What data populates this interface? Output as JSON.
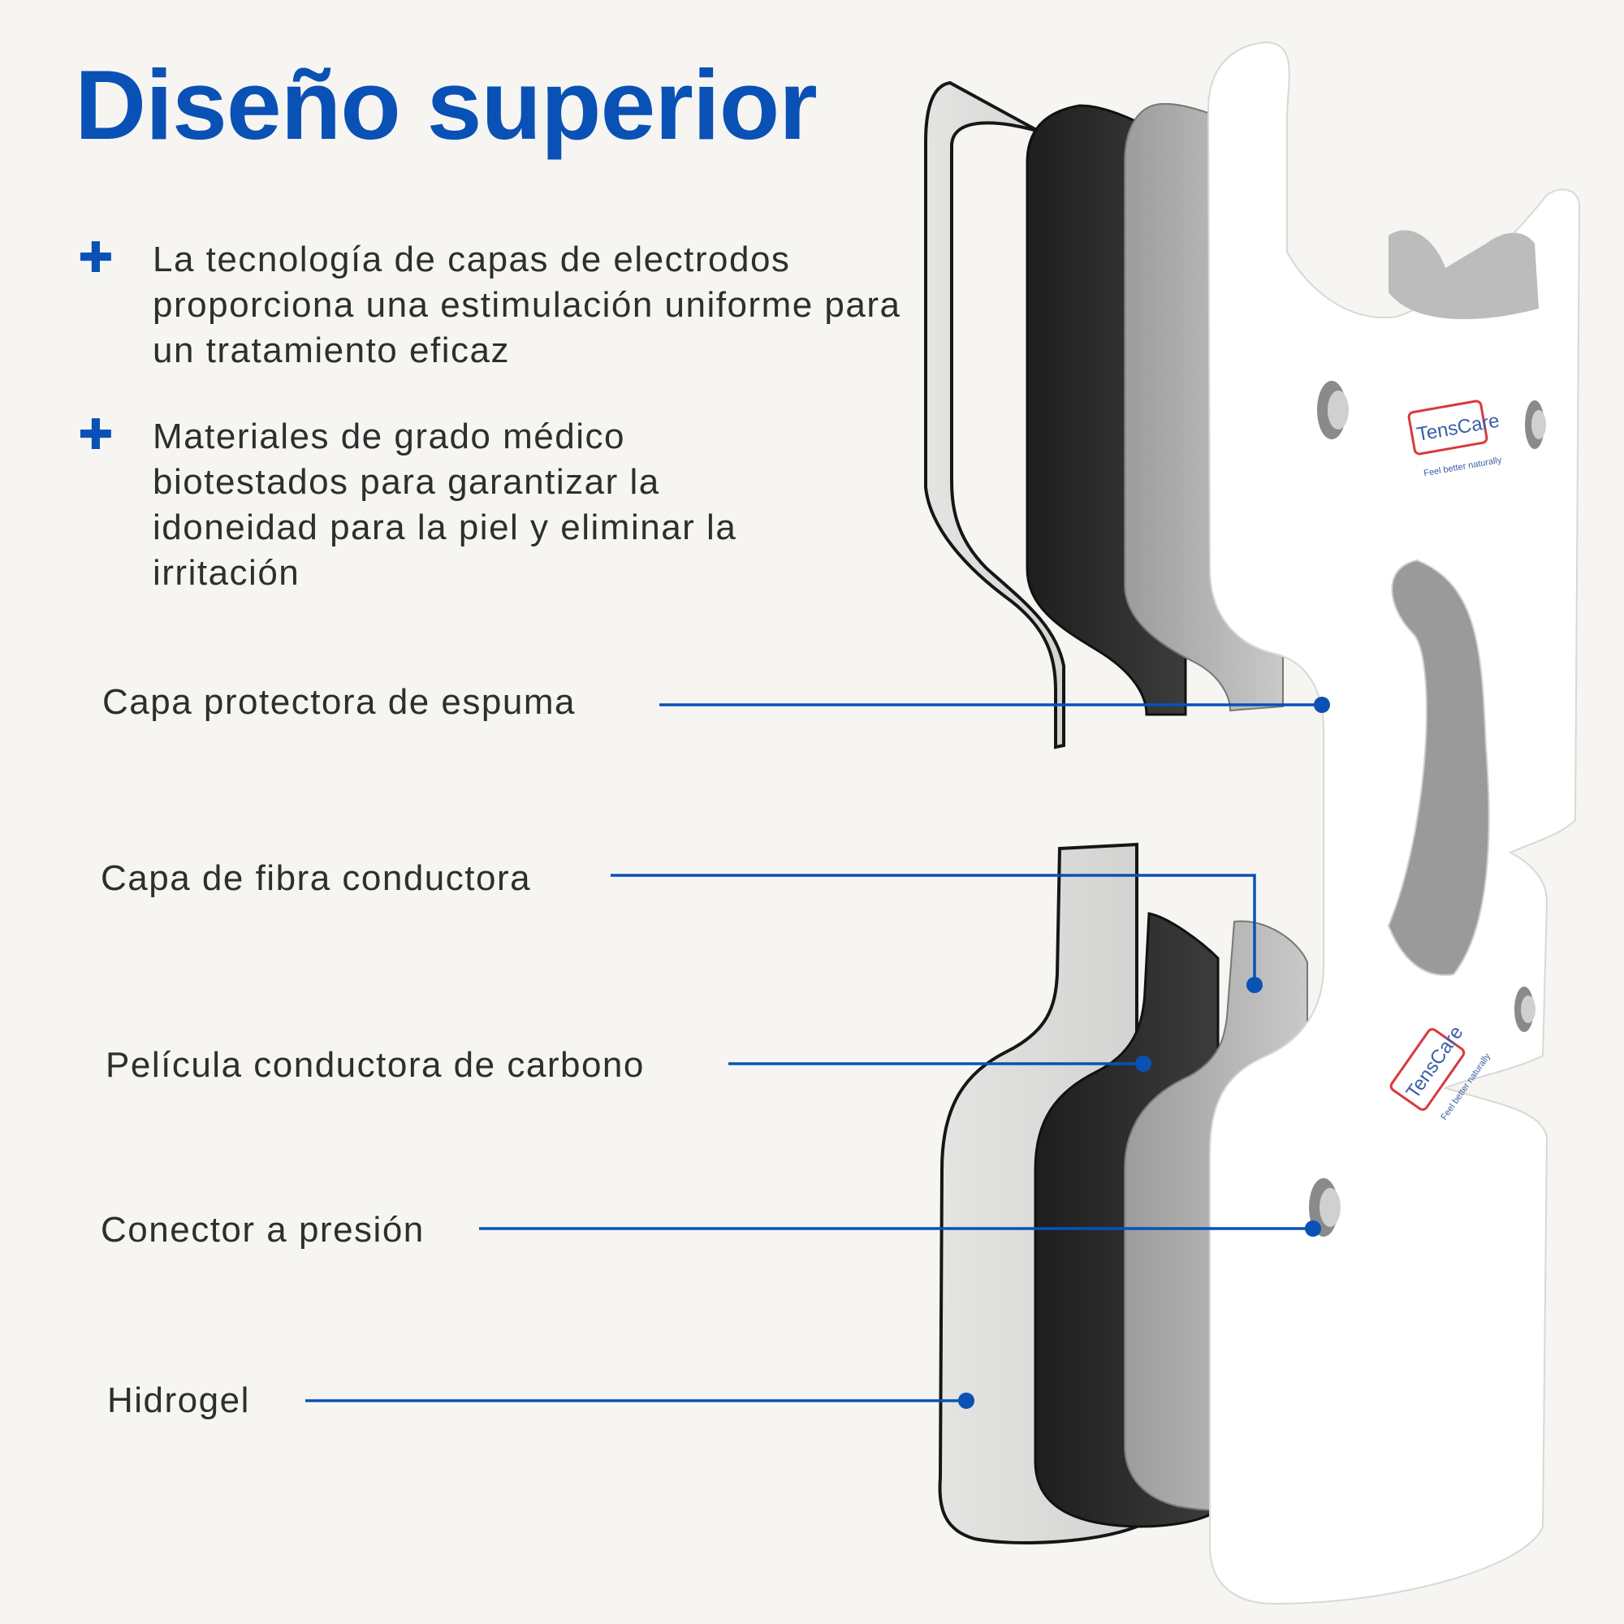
{
  "title": "Diseño superior",
  "bullets": [
    {
      "icon": "plus-icon",
      "text": "La tecnología de capas de electrodos proporciona una estimulación uniforme para un tratamiento eficaz"
    },
    {
      "icon": "plus-icon",
      "text": "Materiales de grado médico biotestados para garantizar la idoneidad para la piel y eliminar la irritación"
    }
  ],
  "layers": [
    {
      "label": "Capa protectora de espuma"
    },
    {
      "label": "Capa de fibra conductora"
    },
    {
      "label": "Película conductora de carbono"
    },
    {
      "label": "Conector a presión"
    },
    {
      "label": "Hidrogel"
    }
  ],
  "brand": {
    "name": "TensCare",
    "tagline": "Feel better naturally"
  },
  "colors": {
    "accent": "#0a51b5",
    "background": "#f6f5f2",
    "text": "#2e2e2e",
    "brand_red": "#d9393d"
  }
}
